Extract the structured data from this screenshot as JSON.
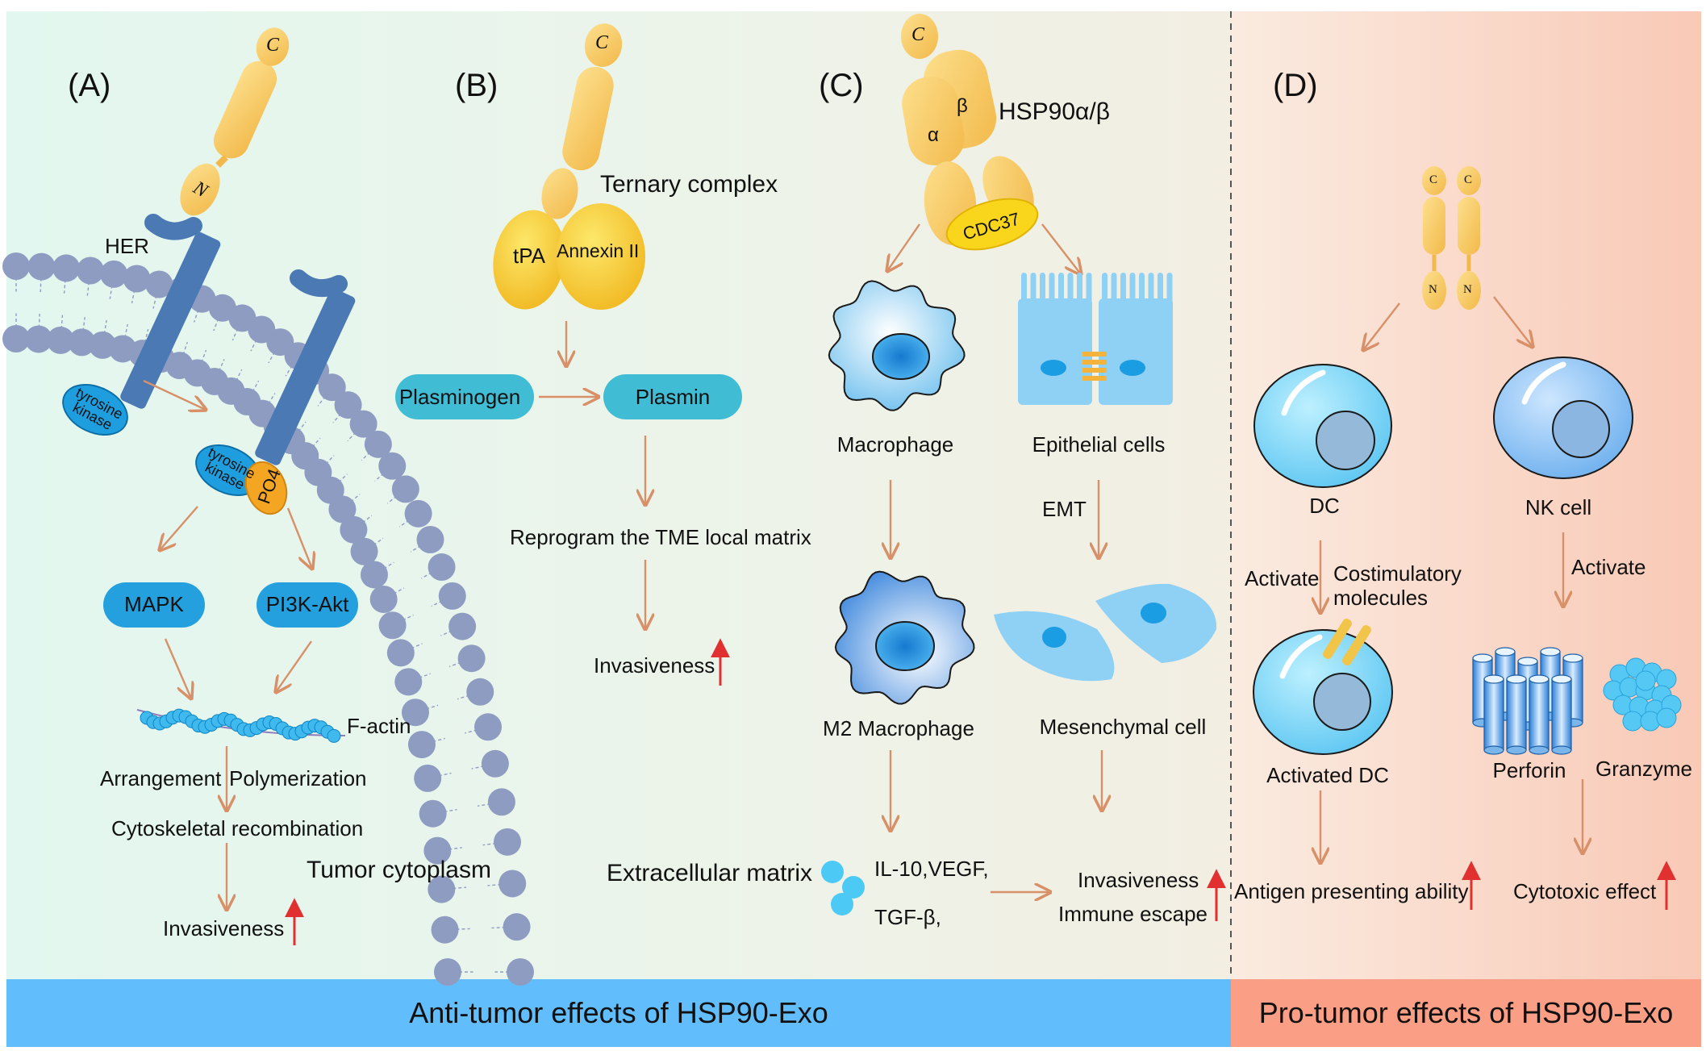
{
  "colors": {
    "anti_bg_left": "#e3f7ef",
    "anti_bg_right": "#f1efe4",
    "pro_bg_left": "#fae9dd",
    "pro_bg_right": "#f9cdbb",
    "anti_banner": "#61bdfb",
    "pro_banner": "#fb9e86",
    "lipid_head": "#8e9cc2",
    "receptor": "#4a79b4",
    "kinase": "#1f9edf",
    "po4": "#f4a623",
    "hsp_yellow": "#f7c65b",
    "pill_blue": "#23a0dd",
    "pill_teal": "#40bdd4",
    "arrow": "#d89068",
    "up_arrow": "#e03030"
  },
  "panels": {
    "a": "(A)",
    "b": "(B)",
    "c": "(C)",
    "d": "(D)"
  },
  "panel_a": {
    "her": "HER",
    "tyrosine_kinase_1": "tyrosine kinase",
    "tyrosine_kinase_2": "tyrosine kinase",
    "po4": "PO4",
    "mapk": "MAPK",
    "pi3k": "PI3K-Akt",
    "factin": "F-actin",
    "arrangement": "Arrangement",
    "polymerization": "Polymerization",
    "cytoskeletal": "Cytoskeletal recombination",
    "invasiveness": "Invasiveness",
    "tumor_cytoplasm": "Tumor cytoplasm",
    "hsp_c": "C",
    "hsp_n": "N"
  },
  "panel_b": {
    "hsp_c": "C",
    "ternary": "Ternary complex",
    "tpa": "tPA",
    "annexin": "Annexin II",
    "plasminogen": "Plasminogen",
    "plasmin": "Plasmin",
    "reprogram": "Reprogram the TME local matrix",
    "invasiveness": "Invasiveness",
    "ecm": "Extracellular matrix"
  },
  "panel_c": {
    "hsp_c": "C",
    "hsp_alpha": "α",
    "hsp_beta": "β",
    "hsp_label": "HSP90α/β",
    "cdc37": "CDC37",
    "macrophage": "Macrophage",
    "epithelial": "Epithelial cells",
    "emt": "EMT",
    "m2": "M2 Macrophage",
    "mesenchymal": "Mesenchymal cell",
    "cytokines_1": "IL-10,VEGF,",
    "cytokines_2": "TGF-β,",
    "invasiveness": "Invasiveness",
    "immune_escape": "Immune escape"
  },
  "panel_d": {
    "hsp_c1": "C",
    "hsp_c2": "C",
    "hsp_n1": "N",
    "hsp_n2": "N",
    "dc": "DC",
    "nk": "NK cell",
    "activate_1": "Activate",
    "costim": "Costimulatory\nmolecules",
    "activate_2": "Activate",
    "activated_dc": "Activated DC",
    "perforin": "Perforin",
    "granzyme": "Granzyme",
    "antigen": "Antigen presenting ability",
    "cytotoxic": "Cytotoxic effect"
  },
  "banners": {
    "anti": "Anti-tumor effects of HSP90-Exo",
    "pro": "Pro-tumor effects of HSP90-Exo"
  },
  "icons": [
    "up-arrow-icon",
    "flow-arrow-icon",
    "membrane-icon",
    "receptor-icon",
    "macrophage-icon",
    "epithelial-cell-icon",
    "dendritic-cell-icon",
    "nk-cell-icon",
    "perforin-icon",
    "granzyme-icon",
    "hsp90-icon"
  ]
}
